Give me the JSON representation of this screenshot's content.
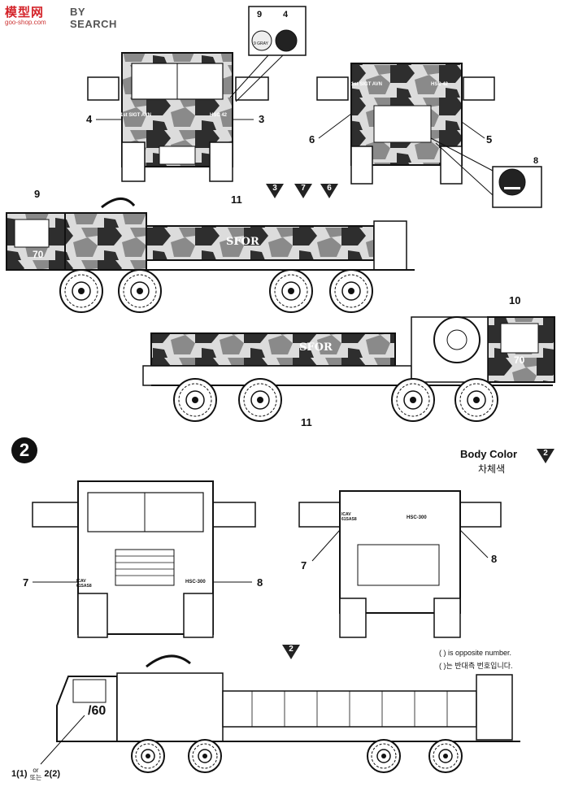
{
  "header": {
    "brand": "模型网",
    "search": "BY SEARCH",
    "domain": "goo-shop.com"
  },
  "step1": {
    "swatch_top": {
      "a": "9",
      "b": "4",
      "a_label": "9 GRAY"
    },
    "swatch_side": {
      "n": "8"
    },
    "callouts": [
      "4",
      "3",
      "6",
      "5",
      "9",
      "11",
      "10",
      "11"
    ],
    "triangles": [
      "3",
      "7",
      "6"
    ],
    "markings": {
      "front_left": "1st SIGT AVN",
      "front_right": "HSC 42",
      "rear_left": "1st SIGT AVN",
      "rear_right": "HSC 42",
      "bed_side": "SFOR",
      "door_number": "70"
    }
  },
  "step2": {
    "number": "2",
    "body_color": {
      "label": "Body Color",
      "korean": "차체색",
      "swatch": "2"
    },
    "callouts": [
      "7",
      "8",
      "7",
      "8"
    ],
    "triangle": "2",
    "markings": {
      "front_left": "ICAV 61SAS8",
      "front_right": "HSC-300",
      "door_number": "/60"
    },
    "notes": {
      "line1": "( ) is opposite number.",
      "line2": "( )는 반대측 번호입니다."
    },
    "footer": {
      "left": "1(1)",
      "or": "or",
      "or_ko": "또는",
      "right": "2(2)"
    }
  },
  "colors": {
    "ink": "#111111",
    "camo_dark": "#2e2e2e",
    "camo_mid": "#8a8a8a",
    "camo_light": "#d8d8d8",
    "accent": "#d4252b"
  }
}
